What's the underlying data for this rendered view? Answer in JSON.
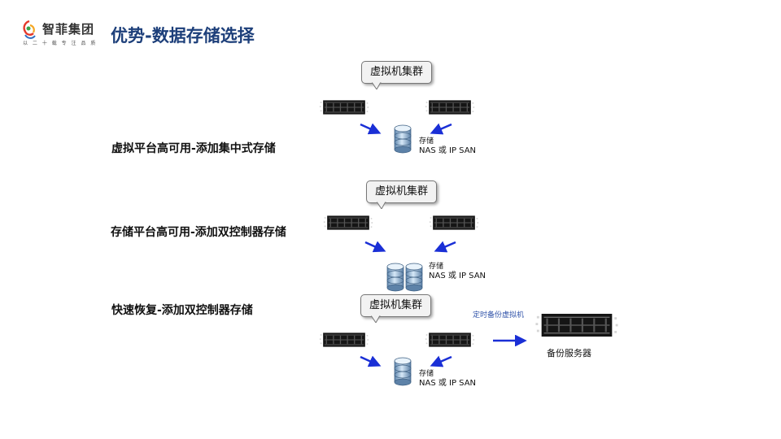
{
  "brand": {
    "name": "智菲集团",
    "slogan": "以 二 十 载 专 注 品 质"
  },
  "title": "优势-数据存储选择",
  "sections": [
    {
      "label": "虚拟平台高可用-添加集中式存储",
      "bubble": "虚拟机集群",
      "storage_name": "存储",
      "storage_protocol": "NAS 或 IP SAN"
    },
    {
      "label": "存储平台高可用-添加双控制器存储",
      "bubble": "虚拟机集群",
      "storage_name": "存储",
      "storage_protocol": "NAS 或 IP SAN"
    },
    {
      "label": "快速恢复-添加双控制器存储",
      "bubble": "虚拟机集群",
      "storage_name": "存储",
      "storage_protocol": "NAS 或 IP SAN",
      "backup_action": "定时备份虚拟机",
      "backup_server": "备份服务器"
    }
  ],
  "colors": {
    "title": "#1d3f7a",
    "arrow": "#1a2fd6",
    "rack": "#111111",
    "storage": "#9fc4e6"
  },
  "icons": [
    "logo-icon",
    "server-rack-icon",
    "storage-cylinder-icon",
    "arrow-icon"
  ]
}
